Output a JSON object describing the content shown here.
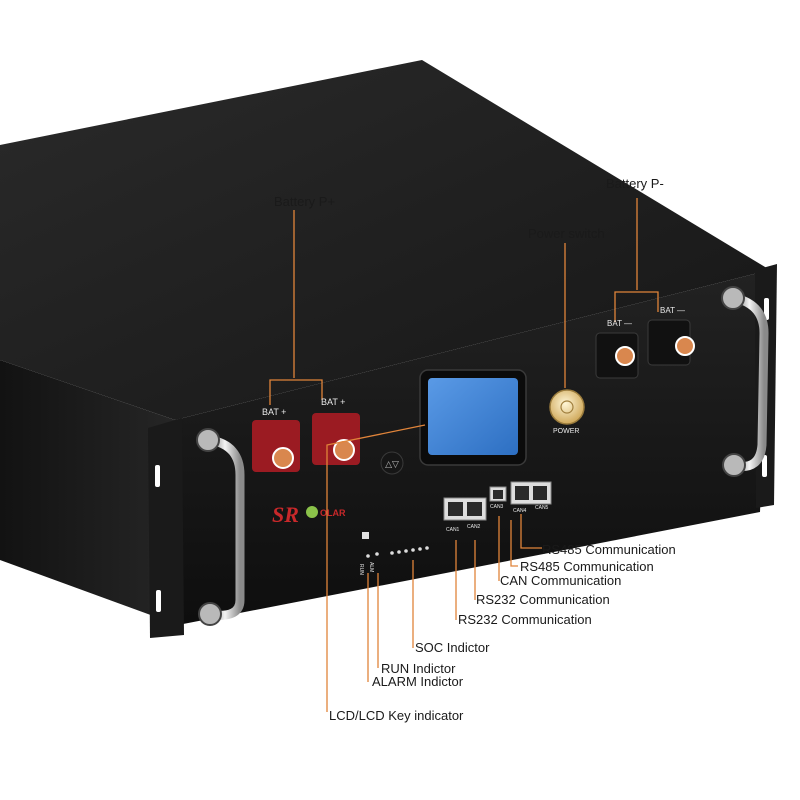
{
  "callouts": {
    "battery_pos": "Battery P+",
    "battery_neg": "Battery P-",
    "power_switch": "Power switch",
    "rs485_a": "RS485 Communication",
    "rs485_b": "RS485 Communication",
    "can_comm": "CAN Communication",
    "rs232_a": "RS232 Communication",
    "rs232_b": "RS232 Communication",
    "soc": "SOC Indictor",
    "run": "RUN Indictor",
    "alarm": "ALARM Indictor",
    "lcd": "LCD/LCD Key indicator"
  },
  "panel": {
    "bat_pos_1": "BAT +",
    "bat_pos_2": "BAT +",
    "bat_neg_1": "BAT —",
    "bat_neg_2": "BAT —",
    "power": "POWER",
    "can1": "CAN1",
    "can2": "CAN2",
    "can3": "CAN3",
    "can4": "CAN4",
    "can5": "CAN5",
    "run": "RUN",
    "alm": "ALM",
    "brand_logo": "SR SOLAR"
  },
  "colors": {
    "leader": "#e0843a",
    "chassis": "#1c1c1c",
    "lcd": "#3f82d4",
    "positive_terminal": "#9b1b22"
  },
  "icons": {
    "power_switch": "power-button-icon",
    "lcd_key": "up-down-key-icon",
    "rj45": "rj45-port-icon"
  }
}
